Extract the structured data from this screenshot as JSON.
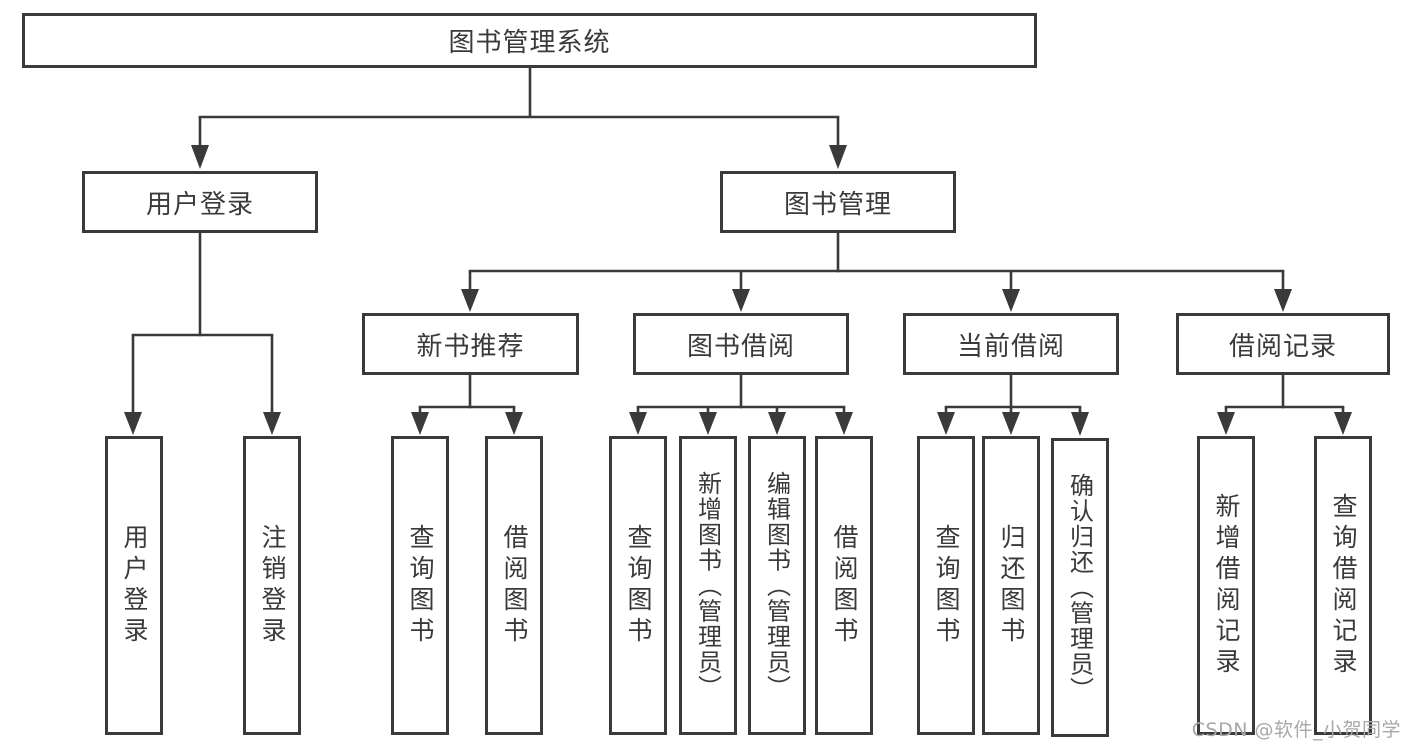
{
  "diagram": {
    "root": {
      "label": "图书管理系统"
    },
    "level2": {
      "user_login": {
        "label": "用户登录"
      },
      "book_management": {
        "label": "图书管理"
      }
    },
    "level3": {
      "new_book_recommend": {
        "label": "新书推荐"
      },
      "book_borrow": {
        "label": "图书借阅"
      },
      "current_borrow": {
        "label": "当前借阅"
      },
      "borrow_records": {
        "label": "借阅记录"
      }
    },
    "leaves": {
      "user_login": {
        "label": "用户登录"
      },
      "logout": {
        "label": "注销登录"
      },
      "recommend_query_books": {
        "label": "查询图书"
      },
      "recommend_borrow_books": {
        "label": "借阅图书"
      },
      "borrow_query_books": {
        "label": "查询图书"
      },
      "add_book_admin": {
        "label": "新增图书（管理员）"
      },
      "edit_book_admin": {
        "label": "编辑图书（管理员）"
      },
      "borrow_borrow_books": {
        "label": "借阅图书"
      },
      "current_query_books": {
        "label": "查询图书"
      },
      "return_books": {
        "label": "归还图书"
      },
      "confirm_return_admin": {
        "label": "确认归还（管理员）"
      },
      "add_borrow_record": {
        "label": "新增借阅记录"
      },
      "query_borrow_record": {
        "label": "查询借阅记录"
      }
    },
    "watermark": "CSDN @软件_小贺同学",
    "colors": {
      "line": "#3a3a3a",
      "box_fill": "#ffffff",
      "text": "#3a3a3a",
      "watermark": "#a8a8a8"
    }
  }
}
